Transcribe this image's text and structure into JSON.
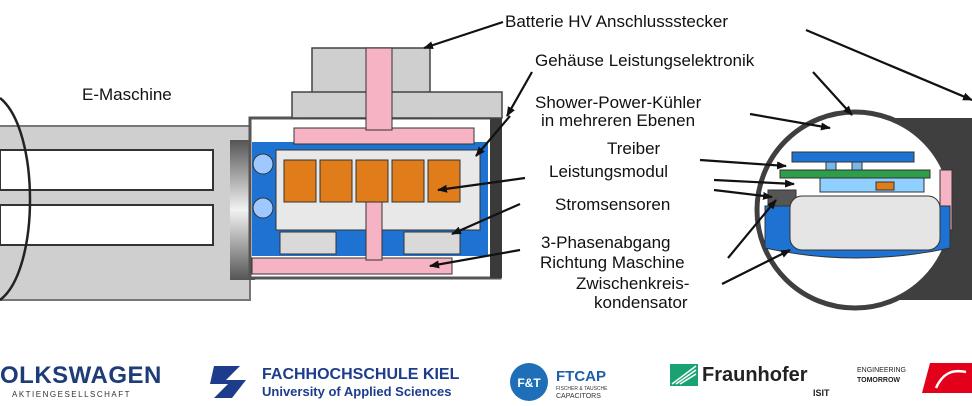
{
  "labels": {
    "battery_connector": "Batterie HV Anschlussstecker",
    "housing": "Gehäuse Leistungselektronik",
    "e_machine": "E-Maschine",
    "cooler_line1": "Shower-Power-Kühler",
    "cooler_line2": "in mehreren Ebenen",
    "driver": "Treiber",
    "power_module": "Leistungsmodul",
    "current_sensors": "Stromsensoren",
    "phase_line1": "3-Phasenabgang",
    "phase_line2": "Richtung Maschine",
    "capacitor_line1": "Zwischenkreis-",
    "capacitor_line2": "kondensator"
  },
  "logos": {
    "volkswagen": "OLKSWAGEN",
    "volkswagen_sub": "AKTIENGESELLSCHAFT",
    "fh_kiel_line1": "FACHHOCHSCHULE KIEL",
    "fh_kiel_line2": "University of Applied Sciences",
    "ftcap_badge": "F&T",
    "ftcap_name": "FTCAP",
    "ftcap_sub1": "FISCHER & TAUSCHE",
    "ftcap_sub2": "CAPACITORS",
    "fraunhofer": "Fraunhofer",
    "fraunhofer_sub": "ISIT",
    "eng_tomorrow_1": "ENGINEERING",
    "eng_tomorrow_2": "TOMORROW"
  },
  "colors": {
    "pink": "#f6b3c3",
    "blue": "#1e73d2",
    "light_gray": "#d9d9d9",
    "dark_gray": "#444444",
    "orange": "#e07d1a",
    "green": "#2e9e4a",
    "navy": "#1d3c78",
    "danfoss_red": "#e2001a"
  }
}
